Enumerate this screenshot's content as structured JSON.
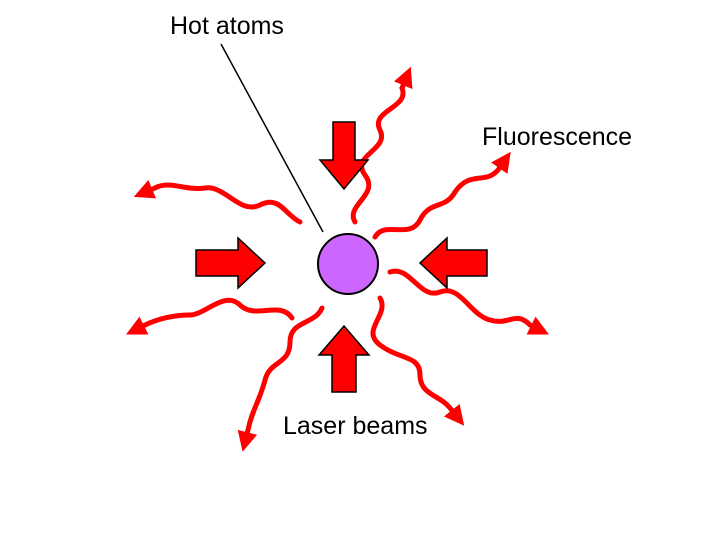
{
  "labels": {
    "hot_atoms": "Hot atoms",
    "fluorescence": "Fluorescence",
    "laser_beams": "Laser beams"
  },
  "colors": {
    "arrow_fill": "#ff0000",
    "atom_fill": "#cc66ff",
    "outline": "#000000",
    "background": "#ffffff"
  },
  "icons": {
    "atom": "circle",
    "laser": "block-arrow",
    "photon": "wavy-arrow"
  }
}
